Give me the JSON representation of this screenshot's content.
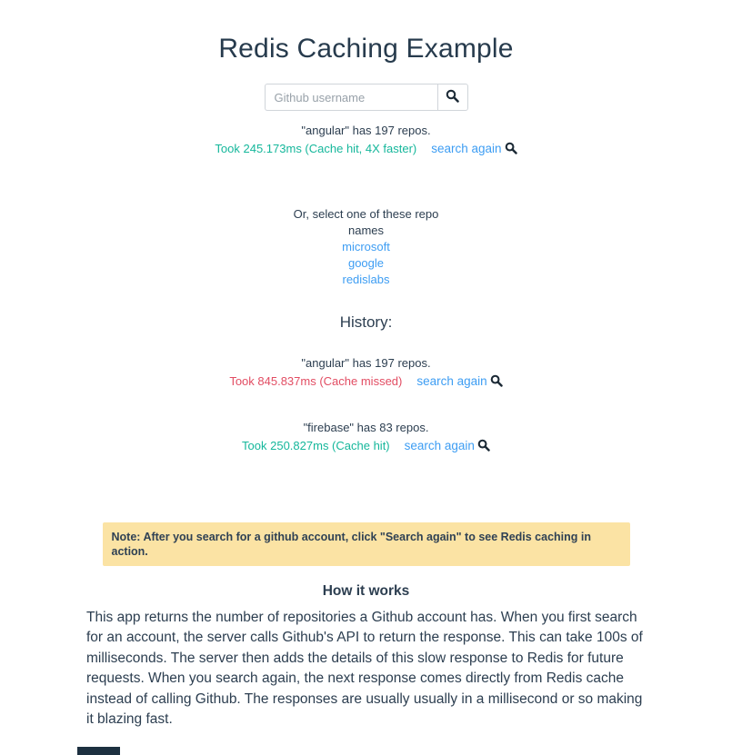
{
  "page": {
    "title": "Redis Caching Example"
  },
  "search": {
    "placeholder": "Github username",
    "button_icon": "search-icon"
  },
  "current_result": {
    "summary": "\"angular\" has 197 repos.",
    "timing": "Took 245.173ms (Cache hit, 4X faster)",
    "cache_status": "hit",
    "search_again_label": "search again"
  },
  "suggestions": {
    "prompt": "Or, select one of these repo names",
    "links": [
      "microsoft",
      "google",
      "redislabs"
    ]
  },
  "history": {
    "heading": "History:",
    "items": [
      {
        "summary": "\"angular\" has 197 repos.",
        "timing": "Took 845.837ms (Cache missed)",
        "cache_status": "missed",
        "search_again_label": "search again"
      },
      {
        "summary": "\"firebase\" has 83 repos.",
        "timing": "Took 250.827ms (Cache hit)",
        "cache_status": "hit",
        "search_again_label": "search again"
      }
    ]
  },
  "note": {
    "text": "Note: After you search for a github account, click \"Search again\" to see Redis caching in action."
  },
  "how_it_works": {
    "heading": "How it works",
    "body": "This app returns the number of repositories a Github account has. When you first search for an account, the server calls Github's API to return the response. This can take 100s of milliseconds. The server then adds the details of this slow response to Redis for future requests. When you search again, the next response comes directly from Redis cache instead of calling Github. The responses are usually usually in a millisecond or so making it blazing fast."
  },
  "colors": {
    "cache_hit_teal": "#15b79b",
    "cache_missed_red": "#e24d63",
    "link_blue": "#3d9df3",
    "note_background": "#fbe3a4",
    "text_dark": "#2c3e50"
  }
}
